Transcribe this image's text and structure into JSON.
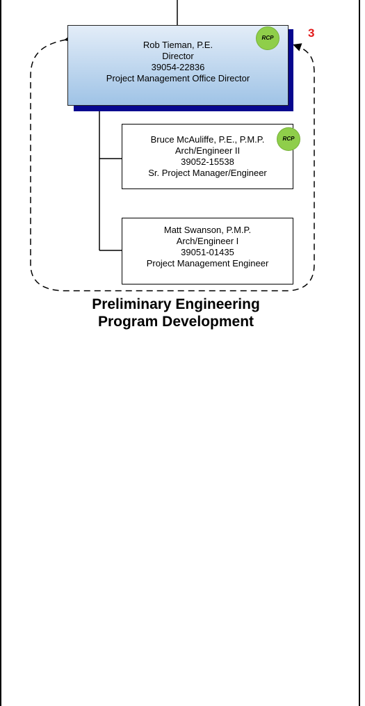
{
  "director": {
    "lines": [
      "Rob Tieman, P.E.",
      "Director",
      "39054-22836",
      "Project Management Office Director"
    ],
    "badge": "RCP",
    "number": "3"
  },
  "staff": [
    {
      "lines": [
        "Bruce McAuliffe, P.E., P.M.P.",
        "Arch/Engineer II",
        "39052-15538",
        "Sr. Project Manager/Engineer"
      ],
      "badge": "RCP"
    },
    {
      "lines": [
        "Matt Swanson, P.M.P.",
        "Arch/Engineer I",
        "39051-01435",
        "Project Management Engineer"
      ]
    }
  ],
  "group_label": [
    "Preliminary Engineering",
    "Program Development"
  ],
  "colors": {
    "director_fill_top": "#e3edf8",
    "director_fill_bottom": "#9fc3e6",
    "director_shadow": "#07078f",
    "badge_fill": "#8fce4a",
    "number_color": "#e21a1a"
  }
}
